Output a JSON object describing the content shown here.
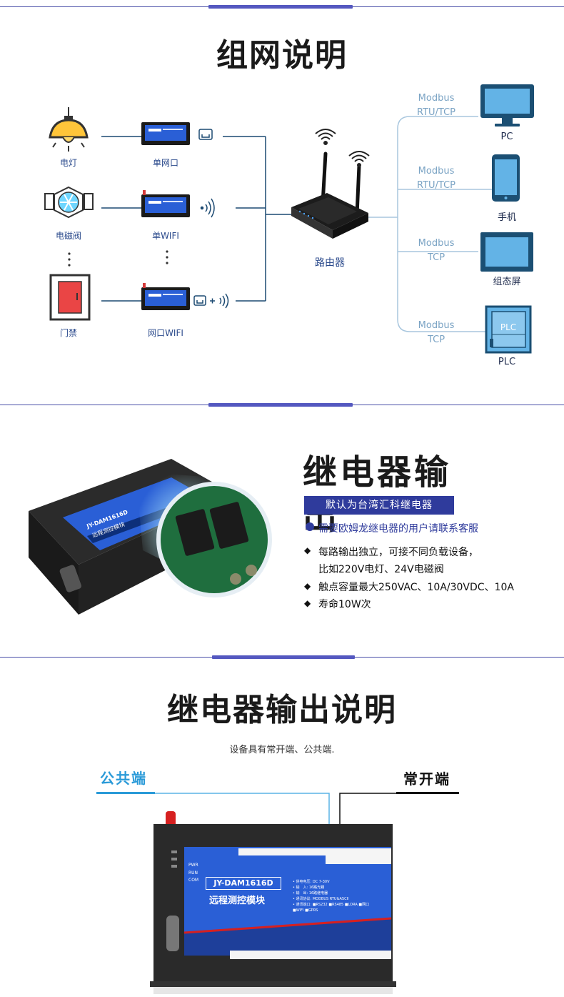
{
  "section1": {
    "title": "组网说明",
    "left_devices": [
      "电灯",
      "电磁阀",
      "门禁"
    ],
    "modules": [
      "单网口",
      "单WIFI",
      "网口WIFI"
    ],
    "router_label": "路由器",
    "protocols": [
      {
        "line1": "Modbus",
        "line2": "RTU/TCP"
      },
      {
        "line1": "Modbus",
        "line2": "RTU/TCP"
      },
      {
        "line1": "Modbus",
        "line2": "TCP"
      },
      {
        "line1": "Modbus",
        "line2": "TCP"
      }
    ],
    "right_devices": [
      "PC",
      "手机",
      "组态屏",
      "PLC"
    ],
    "plc_screen_text": "PLC"
  },
  "section2": {
    "title": "继电器输出",
    "badge": "默认为台湾汇科继电器",
    "note": "需要欧姆龙继电器的用户请联系客服",
    "bullets": [
      "每路输出独立，可接不同负载设备，",
      "比如220V电灯、24V电磁阀",
      "触点容量最大250VAC、10A/30VDC、10A",
      "寿命10W次"
    ],
    "device_model": "JY-DAM1616D",
    "device_name": "远程测控模块"
  },
  "section3": {
    "title": "继电器输出说明",
    "subtitle": "设备具有常开端、公共端.",
    "label_common": "公共端",
    "label_no": "常开端",
    "device_model": "JY-DAM1616D",
    "device_name": "远程测控模块",
    "indicators": [
      "PWR",
      "RUN",
      "COM"
    ],
    "spec_lines": [
      "• 供电电压:  DC 7-30V",
      "• 输　入:  16路光耦",
      "• 输　出:  16路继电器",
      "• 通讯协议:  MODBUS RTU&ASCII",
      "• 通讯端口:  ■RS232 ■RS485 ■LORA ■网口",
      "■WIFI ■GPRS"
    ]
  },
  "colors": {
    "accent": "#4a4fa8",
    "module_blue": "#2a5fd6",
    "line": "#1c4a72",
    "protocol": "#7aa3c4",
    "badge": "#2f3b9c",
    "highlight": "#5ab4e6"
  }
}
